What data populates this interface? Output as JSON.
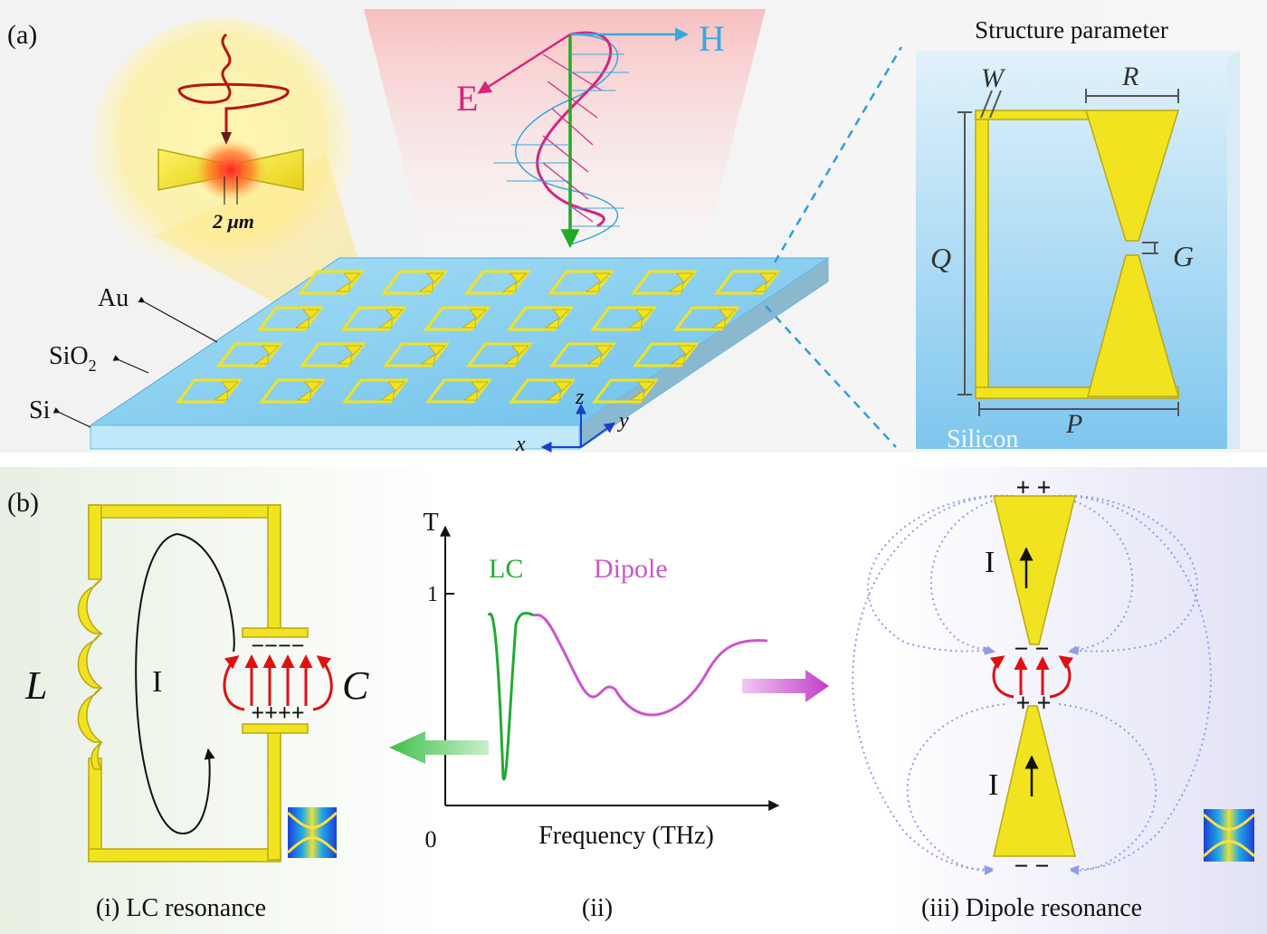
{
  "panel_a": {
    "label": "(a)",
    "inset_scale": "2 μm",
    "field_e": "E",
    "field_h": "H",
    "layer_au": "Au",
    "layer_sio2": "SiO",
    "layer_sio2_sub": "2",
    "layer_si": "Si",
    "axis_x": "x",
    "axis_y": "y",
    "axis_z": "z",
    "structure_title": "Structure parameter",
    "param_w": "W",
    "param_r": "R",
    "param_q": "Q",
    "param_g": "G",
    "param_p": "P",
    "substrate": "Silicon"
  },
  "panel_b": {
    "label": "(b)",
    "inductor": "L",
    "capacitor": "C",
    "current": "I",
    "charge_neg": "−−−−",
    "charge_pos": "++++",
    "caption_i": "(i) LC resonance",
    "caption_ii": "(ii)",
    "caption_iii": "(iii) Dipole resonance",
    "dipole_pos": "+ +",
    "dipole_neg": "− −"
  },
  "chart_data": {
    "type": "line",
    "ylabel": "T",
    "xlabel": "Frequency (THz)",
    "origin_label": "0",
    "y_tick": "1",
    "series": [
      {
        "name": "LC",
        "color": "#22aa33"
      },
      {
        "name": "Dipole",
        "color": "#cc55cc"
      }
    ]
  },
  "colors": {
    "gold": "#f2e320",
    "gold_edge": "#b7a816",
    "substrate": "#8fd0f0",
    "e_field": "#d6247f",
    "h_field": "#37a8df",
    "k_vector": "#22aa22",
    "dipole_field": "#8f9ce8"
  }
}
